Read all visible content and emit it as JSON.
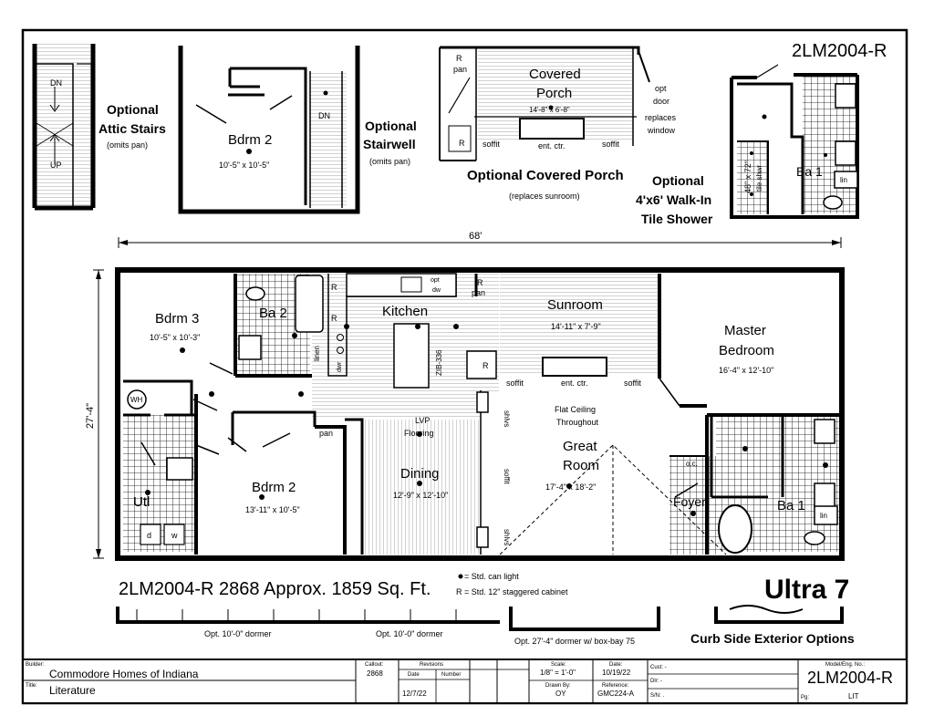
{
  "model_id": "2LM2004-R",
  "options": {
    "attic_stairs": {
      "title1": "Optional",
      "title2": "Attic Stairs",
      "note": "(omits pan)",
      "dn": "DN",
      "up": "UP"
    },
    "stairwell": {
      "room": "Bdrm 2",
      "room_size": "10'-5\" x 10'-5\"",
      "title1": "Optional",
      "title2": "Stairwell",
      "note": "(omits pan)",
      "dn": "DN"
    },
    "covered_porch": {
      "room1": "Covered",
      "room2": "Porch",
      "size": "14'-8\" x 6'-8\"",
      "pan": "R\npan",
      "r": "R",
      "soffit1": "soffit",
      "ent": "ent. ctr.",
      "soffit2": "soffit",
      "door_note1": "opt",
      "door_note2": "door",
      "door_note3": "replaces",
      "door_note4": "window",
      "title": "Optional Covered Porch",
      "note": "(replaces sunroom)"
    },
    "walkin_shower": {
      "title1": "Optional",
      "title2": "4'x6' Walk-In",
      "title3": "Tile Shower",
      "shower1": "48\" x 72\"",
      "shower2": "tile shwr",
      "bath": "Ba 1",
      "lin": "lin"
    }
  },
  "dimensions": {
    "width": "68'",
    "depth": "27'-4\""
  },
  "rooms": {
    "bdrm3": {
      "name": "Bdrm 3",
      "size": "10'-5\" x 10'-3\""
    },
    "ba2": {
      "name": "Ba 2"
    },
    "kitchen": {
      "name": "Kitchen",
      "opt_dw": "opt\ndw",
      "pan": "pan",
      "r_label": "R",
      "linen": "linen",
      "dwr": "dwr",
      "zib": "ZIB-336"
    },
    "sunroom": {
      "name": "Sunroom",
      "size": "14'-11\" x 7'-9\"",
      "soffit1": "soffit",
      "ent": "ent. ctr.",
      "soffit2": "soffit"
    },
    "master": {
      "name1": "Master",
      "name2": "Bedroom",
      "size": "16'-4\" x 12'-10\""
    },
    "wh": "WH",
    "lvp1": "LVP",
    "lvp2": "Flooring",
    "pan2": "pan",
    "shlvs": "shlvs",
    "soffit_v": "soffit",
    "flat1": "Flat Ceiling",
    "flat2": "Throughout",
    "great": {
      "name1": "Great",
      "name2": "Room",
      "size": "17'-4\" x 18'-2\""
    },
    "bdrm2": {
      "name": "Bdrm 2",
      "size": "13'-11\" x 10'-5\""
    },
    "dining": {
      "name": "Dining",
      "size": "12'-9\" x 12'-10\""
    },
    "utl": {
      "name": "Utl",
      "d": "d",
      "w": "w"
    },
    "oc": "o.c.",
    "foyer": "Foyer",
    "ba1": {
      "name": "Ba 1",
      "lin": "lin"
    }
  },
  "summary": "2LM2004-R 2868 Approx. 1859 Sq. Ft.",
  "legend": {
    "can": "= Std. can light",
    "cab": "R = Std. 12\" staggered cabinet"
  },
  "series": "Ultra 7",
  "exterior": {
    "dormer1": "Opt. 10'-0\" dormer",
    "dormer2": "Opt. 10'-0\" dormer",
    "dormer3": "Opt. 27'-4\" dormer w/ box-bay 75",
    "title": "Curb Side Exterior Options"
  },
  "title_block": {
    "builder_label": "Builder:",
    "builder": "Commodore Homes of Indiana",
    "title_label": "Title:",
    "title": "Literature",
    "callout_label": "Callout:",
    "callout": "2868",
    "revisions_label": "Revisions",
    "date_label": "Date",
    "number_label": "Number",
    "rev_date": "12/7/22",
    "scale_label": "Scale:",
    "scale": "1/8\" = 1'-0\"",
    "drawn_label": "Drawn By:",
    "drawn": "OY",
    "date_label2": "Date:",
    "date": "10/19/22",
    "ref_label": "Reference:",
    "ref": "GMC224-A",
    "cust_label": "Cust: -",
    "dlr_label": "Dlr: -",
    "sn_label": "S/N: .",
    "model_label": "Model/Eng. No.:",
    "model": "2LM2004-R",
    "pg_label": "Pg:",
    "pg": "LIT"
  }
}
